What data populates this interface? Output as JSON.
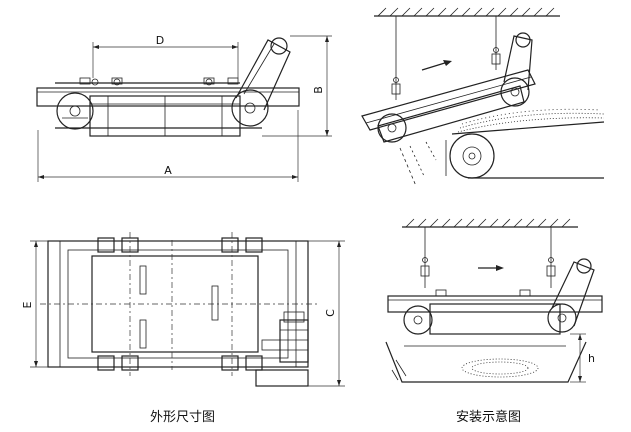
{
  "captions": {
    "dimension_view": "外形尺寸图",
    "installation_view": "安装示意图"
  },
  "dimension_labels": {
    "A": "A",
    "B": "B",
    "C": "C",
    "D": "D",
    "E": "E",
    "h": "h"
  },
  "colors": {
    "line": "#222222",
    "background": "#ffffff"
  }
}
